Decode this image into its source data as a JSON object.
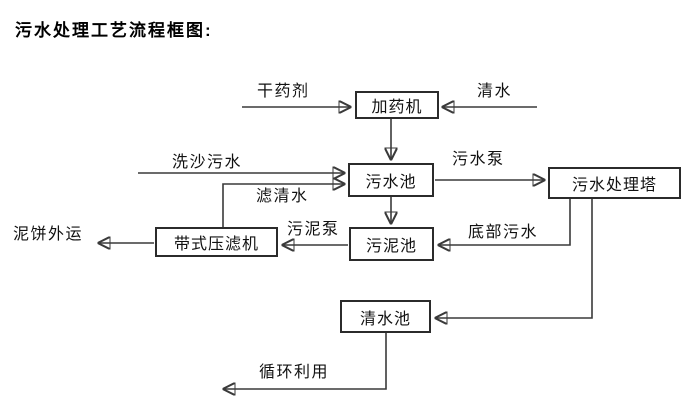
{
  "title": "污水处理工艺流程框图:",
  "diagram": {
    "boxes": {
      "dosing_machine": "加药机",
      "sewage_pool": "污水池",
      "treatment_tower": "污水处理塔",
      "sludge_pool": "污泥池",
      "belt_filter_press": "带式压滤机",
      "clear_water_pool": "清水池"
    },
    "labels": {
      "dry_agent": "干药剂",
      "clean_water": "清水",
      "sand_wash_sewage": "洗沙污水",
      "filtered_clear_water": "滤清水",
      "sewage_pump": "污水泵",
      "bottom_sewage": "底部污水",
      "sludge_pump": "污泥泵",
      "mud_cake_outbound": "泥饼外运",
      "recycling_use": "循环利用"
    },
    "flow": [
      {
        "from": "干药剂",
        "to": "加药机",
        "label": ""
      },
      {
        "from": "清水",
        "to": "加药机",
        "label": ""
      },
      {
        "from": "加药机",
        "to": "污水池",
        "label": ""
      },
      {
        "from": "洗沙污水",
        "to": "污水池",
        "label": ""
      },
      {
        "from": "带式压滤机",
        "to": "污水池",
        "label": "滤清水"
      },
      {
        "from": "污水池",
        "to": "污水处理塔",
        "label": "污水泵"
      },
      {
        "from": "污水池",
        "to": "污泥池",
        "label": ""
      },
      {
        "from": "污水处理塔",
        "to": "污泥池",
        "label": "底部污水"
      },
      {
        "from": "污水处理塔",
        "to": "清水池",
        "label": ""
      },
      {
        "from": "污泥池",
        "to": "带式压滤机",
        "label": "污泥泵"
      },
      {
        "from": "带式压滤机",
        "to": "泥饼外运",
        "label": ""
      },
      {
        "from": "清水池",
        "to": "循环利用",
        "label": ""
      }
    ],
    "colors": {
      "line": "#3a3a3a",
      "box_border": "#2b2b2b",
      "text": "#111111",
      "background": "#ffffff"
    }
  }
}
